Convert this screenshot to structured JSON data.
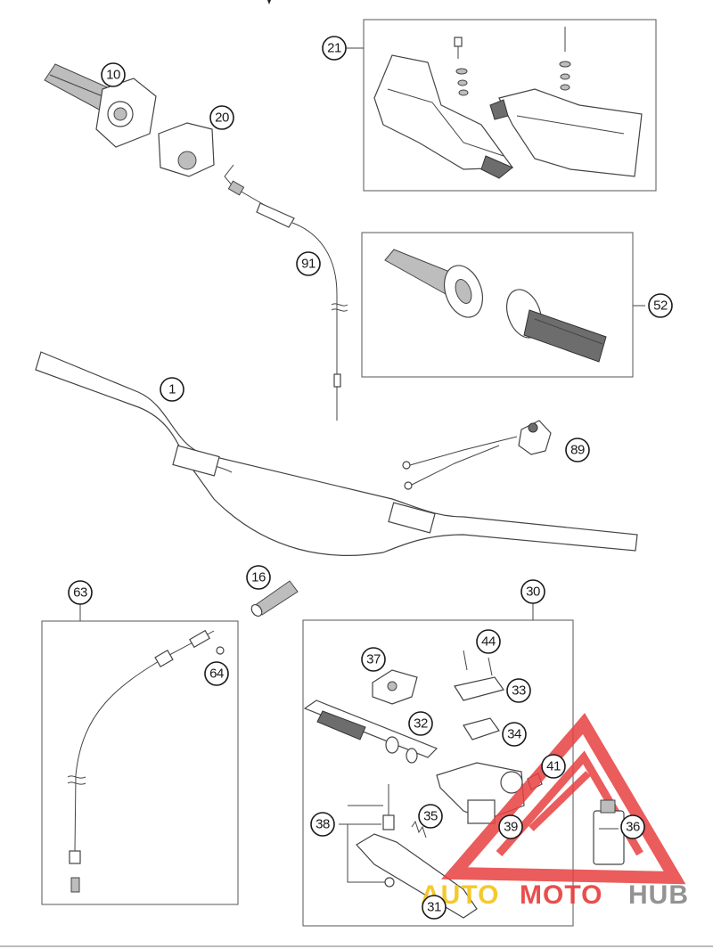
{
  "callouts": {
    "c1": "1",
    "c10": "10",
    "c16": "16",
    "c20": "20",
    "c21": "21",
    "c30": "30",
    "c31": "31",
    "c32": "32",
    "c33": "33",
    "c34": "34",
    "c35": "35",
    "c36": "36",
    "c37": "37",
    "c38": "38",
    "c39": "39",
    "c41": "41",
    "c44": "44",
    "c52": "52",
    "c63": "63",
    "c64": "64",
    "c89": "89",
    "c91": "91"
  },
  "watermark": {
    "part1": "AUTO",
    "part2": "MOTO",
    "part3": "HUB",
    "color_gold": "#f5c51a",
    "color_red": "#e84040",
    "color_grey": "#8a8a8a"
  },
  "colors": {
    "line": "#444444",
    "part_fill_grey": "#bdbdbd",
    "part_fill_dark": "#6d6d6d"
  }
}
